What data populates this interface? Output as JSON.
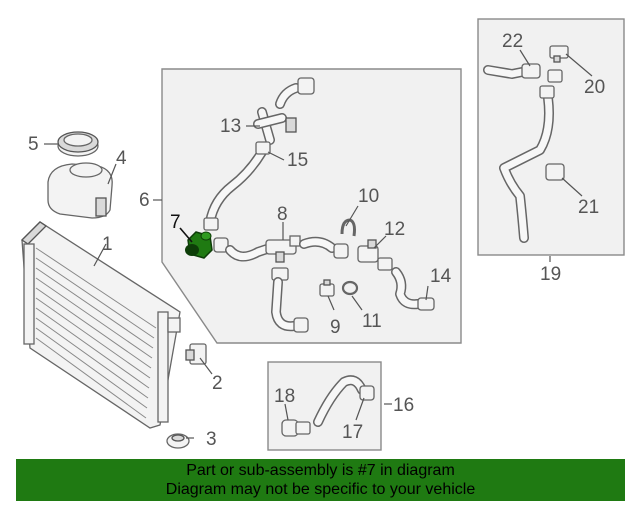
{
  "callouts": {
    "c1": "1",
    "c2": "2",
    "c3": "3",
    "c4": "4",
    "c5": "5",
    "c6": "6",
    "c7": "7",
    "c8": "8",
    "c9": "9",
    "c10": "10",
    "c11": "11",
    "c12": "12",
    "c13": "13",
    "c14": "14",
    "c15": "15",
    "c16": "16",
    "c17": "17",
    "c18": "18",
    "c19": "19",
    "c20": "20",
    "c21": "21",
    "c22": "22"
  },
  "highlight": {
    "color": "#1f7a12",
    "part_number": "7"
  },
  "banner": {
    "line1": "Part or sub-assembly is #7 in diagram",
    "line2": "Diagram may not be specific to your vehicle",
    "background": "#1f7a12"
  }
}
